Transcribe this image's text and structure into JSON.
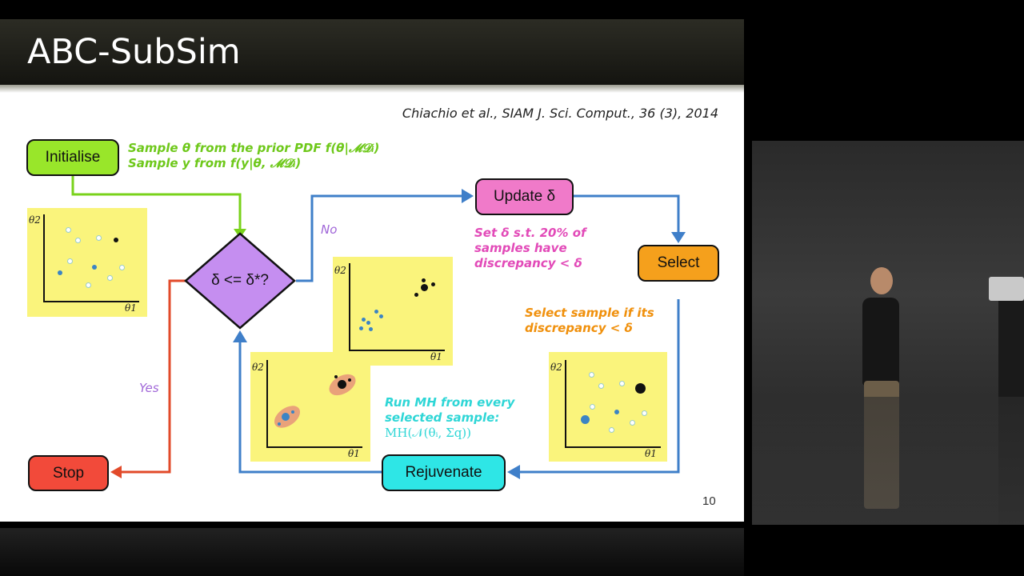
{
  "slide": {
    "title": "ABC-SubSim",
    "citation": "Chiachio et al., SIAM J. Sci. Comput., 36 (3), 2014",
    "page_number": "10"
  },
  "nodes": {
    "initialise": "Initialise",
    "decision": "δ <= δ*?",
    "update": "Update δ",
    "select": "Select",
    "rejuvenate": "Rejuvenate",
    "stop": "Stop"
  },
  "edges": {
    "no": "No",
    "yes": "Yes"
  },
  "notes": {
    "init_line1": "Sample θ from the prior PDF  f(θ|𝓜𝓓ᵢ)",
    "init_line2": "Sample y from  f(y|θ, 𝓜𝓓ᵢ)",
    "update_line1": "Set δ s.t. 20% of",
    "update_line2": "samples have",
    "update_line3": "discrepancy < δ",
    "select_line1": "Select sample if its",
    "select_line2": "discrepancy < δ",
    "rejuv_line1": "Run MH from every",
    "rejuv_line2": "selected sample:",
    "rejuv_line3": "MH(𝒩(θᵢ, Σq))"
  },
  "axes": {
    "theta1": "θ1",
    "theta2": "θ2"
  },
  "colors": {
    "green": "#99e62a",
    "purple": "#c58ef0",
    "pink": "#f07ac9",
    "orange": "#f5a01c",
    "cyan": "#2ee6e6",
    "red": "#f24a3a",
    "blue_arrow": "#3f7fc9",
    "green_arrow": "#79d21b",
    "red_arrow": "#e24a2a",
    "plot_bg": "#faf47c"
  }
}
